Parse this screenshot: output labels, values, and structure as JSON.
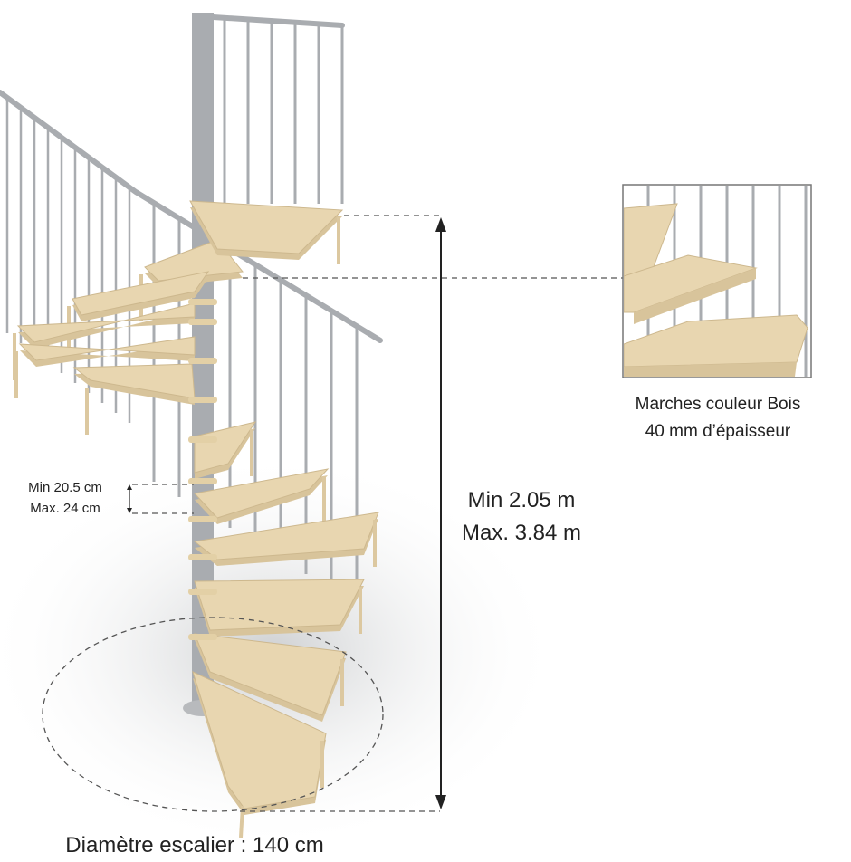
{
  "riser_height": {
    "min": "Min 20.5 cm",
    "max": "Max. 24 cm"
  },
  "total_height": {
    "min": "Min 2.05 m",
    "max": "Max. 3.84 m"
  },
  "inset_caption": {
    "line1": "Marches couleur Bois",
    "line2": "40 mm d’épaisseur"
  },
  "diameter_label": "Diamètre escalier : 140 cm",
  "colors": {
    "wood": "#e8d6b0",
    "metal": "#a9acb0",
    "dimension_lines": "#555555",
    "text": "#222222"
  }
}
